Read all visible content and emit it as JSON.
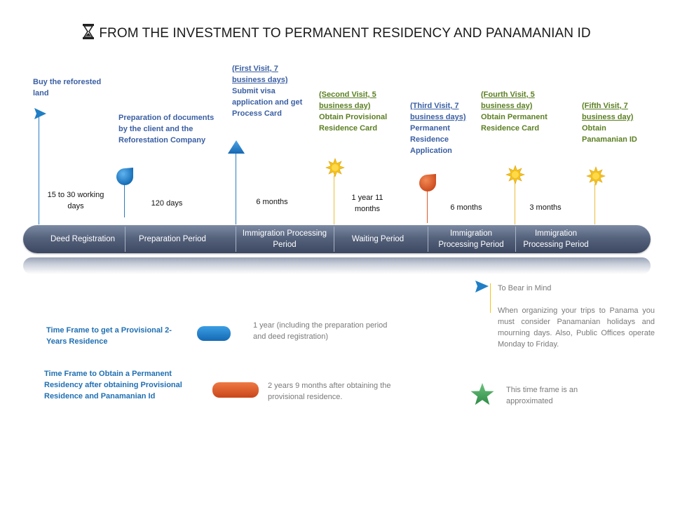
{
  "title": "FROM THE INVESTMENT TO PERMANENT RESIDENCY AND PANAMANIAN ID",
  "colors": {
    "marker_blue": "#1f7ec5",
    "marker_orange": "#e05b28",
    "marker_yellow": "#f3c21a",
    "label_blue": "#3a5fa3",
    "label_green": "#5b7f22",
    "bar": "#56637d",
    "star_green": "#3fa35a"
  },
  "events": {
    "e1": {
      "desc": "Buy the reforested land",
      "icon": "blue-flag-icon"
    },
    "e2": {
      "desc": "Preparation of documents by the client and the Reforestation Company",
      "icon": "blue-drop-icon"
    },
    "e3": {
      "visit": "(First Visit,  7 business days)",
      "desc": "Submit visa application and get Process Card",
      "icon": "blue-triangle-icon"
    },
    "e4": {
      "visit": "(Second Visit,  5 business day)",
      "desc": "Obtain Provisional Residence Card",
      "icon": "sun-icon"
    },
    "e5": {
      "visit": "(Third Visit, 7 business days)",
      "desc": "Permanent Residence Application",
      "icon": "orange-drop-icon"
    },
    "e6": {
      "visit": "(Fourth Visit,  5 business day)",
      "desc": "Obtain Permanent Residence Card",
      "icon": "sun-icon"
    },
    "e7": {
      "visit": "(Fifth Visit,  7 business day)",
      "desc": "Obtain Panamanian  ID",
      "icon": "sun-icon"
    }
  },
  "durations": {
    "d1": "15 to 30 working days",
    "d2": "120 days",
    "d3": "6 months",
    "d4": "1 year 11 months",
    "d5": "6 months",
    "d6": "3 months"
  },
  "segments": {
    "s1": "Deed Registration",
    "s2": "Preparation Period",
    "s3": "Immigration Processing Period",
    "s4": "Waiting Period",
    "s5": "Immigration Processing Period",
    "s6": "Immigration Processing Period"
  },
  "legend": {
    "provisional_label": "Time Frame to get a Provisional 2-Years Residence",
    "provisional_text": "1 year (including the preparation period and deed registration)",
    "permanent_label": "Time Frame to Obtain a Permanent Residency after obtaining Provisional Residence and Panamanian  Id",
    "permanent_text": "2 years  9 months after obtaining the provisional residence."
  },
  "notes": {
    "bear_title": "To Bear in Mind",
    "bear_text": "When organizing your trips to Panama you must consider Panamanian holidays and mourning days. Also, Public Offices operate Monday to Friday.",
    "approx_text": "This time frame is an approximated"
  }
}
